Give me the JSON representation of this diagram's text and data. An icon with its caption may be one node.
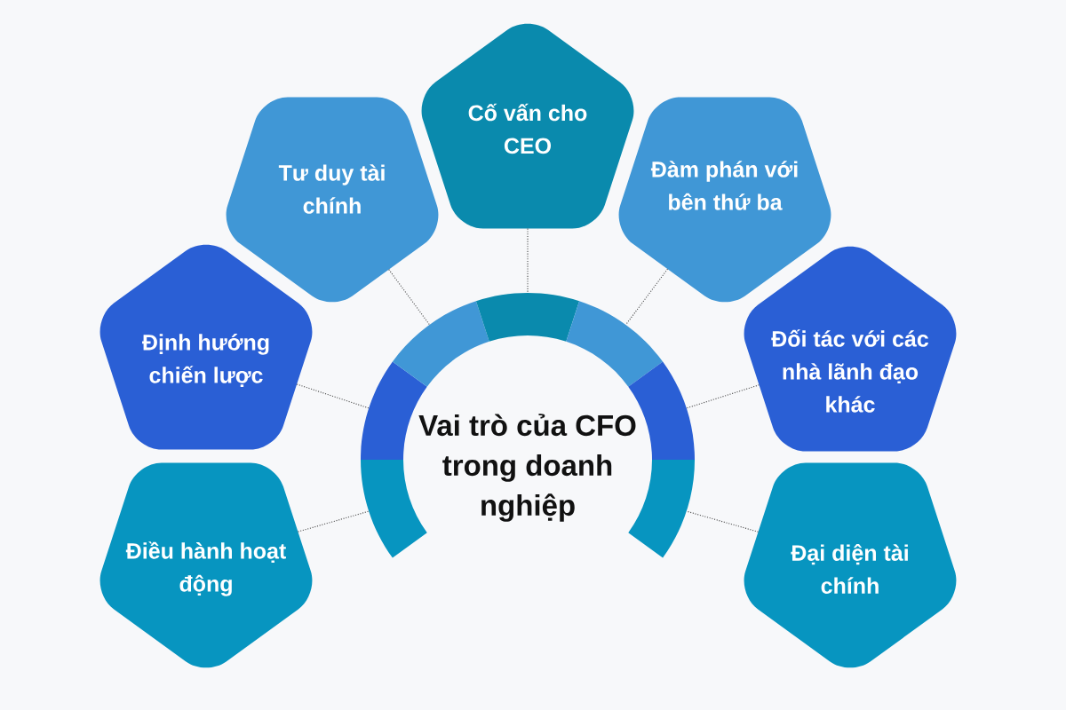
{
  "diagram": {
    "title": "Vai trò của CFO trong doanh nghiệp",
    "nodes": [
      {
        "text": [
          "Cố vấn cho CEO"
        ]
      },
      {
        "text": [
          "Tư duy tài chính"
        ]
      },
      {
        "text": [
          "Đàm phán với bên thứ ba"
        ]
      },
      {
        "text": [
          "Định hướng chiến lược"
        ]
      },
      {
        "text": [
          "Đối tác với các nhà lãnh đạo khác"
        ]
      },
      {
        "text": [
          "Điều hành hoạt động"
        ]
      },
      {
        "text": [
          "Đại diện tài chính"
        ]
      },
      {
        "text": [],
        "shape": "arc"
      },
      {
        "text": [],
        "shape": "arc"
      },
      {
        "text": [],
        "shape": "arc"
      },
      {
        "text": [],
        "shape": "arc"
      },
      {
        "text": [],
        "shape": "arc"
      },
      {
        "text": [],
        "shape": "arc"
      },
      {
        "text": [],
        "shape": "arc"
      }
    ],
    "edges": [
      {
        "from": 0,
        "to": 10,
        "arrow": "none"
      },
      {
        "from": 1,
        "to": 9,
        "arrow": "none"
      },
      {
        "from": 2,
        "to": 11,
        "arrow": "none"
      },
      {
        "from": 3,
        "to": 8,
        "arrow": "none"
      },
      {
        "from": 4,
        "to": 12,
        "arrow": "none"
      },
      {
        "from": 5,
        "to": 7,
        "arrow": "none"
      },
      {
        "from": 6,
        "to": 13,
        "arrow": "none"
      }
    ]
  }
}
